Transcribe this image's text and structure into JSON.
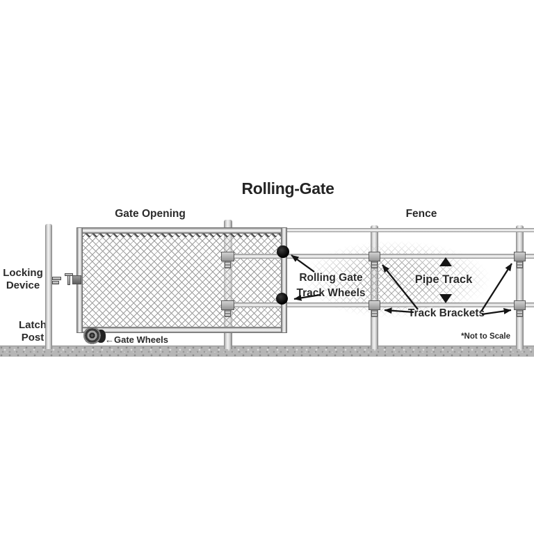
{
  "title": "Rolling-Gate",
  "labels": {
    "gate_opening": "Gate Opening",
    "fence": "Fence",
    "locking_device": "Locking\nDevice",
    "latch_post": "Latch\nPost",
    "rolling_gate_track_wheels": "Rolling Gate\nTrack Wheels",
    "pipe_track": "Pipe Track",
    "track_brackets": "Track Brackets",
    "gate_wheels": "←Gate Wheels",
    "not_to_scale": "*Not to Scale"
  },
  "icons": {
    "gate_wheels_pointer": "left-arrow-icon",
    "pipe_track_upper_pointer": "up-triangle-icon",
    "pipe_track_lower_pointer": "down-triangle-icon",
    "callout_pointers": "arrow-icon"
  },
  "colors": {
    "background": "#ffffff",
    "text": "#2a2a2a",
    "pipe_light": "#f4f4f4",
    "pipe_dark": "#7f7f7f",
    "mesh_line": "#9d9d9d",
    "ground": "#b6b6b6",
    "wheel_black": "#111111",
    "arrow": "#141414"
  }
}
